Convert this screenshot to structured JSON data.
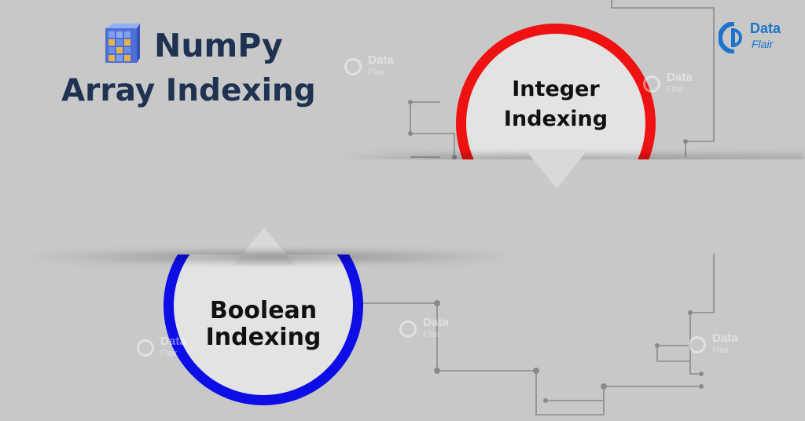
{
  "title": {
    "line1": "NumPy",
    "line2": "Array Indexing"
  },
  "brand": {
    "name_line1": "Data",
    "name_line2": "Flair",
    "color": "#1b74c9"
  },
  "circles": [
    {
      "label_line1": "Integer",
      "label_line2": "Indexing",
      "ring_color": "#ee1212"
    },
    {
      "label_line1": "Boolean",
      "label_line2": "Indexing",
      "ring_color": "#0d0de6"
    }
  ],
  "watermark": {
    "text_line1": "Data",
    "text_line2": "Flair"
  },
  "icons": [
    "numpy-cube-icon",
    "dataflair-logo-icon"
  ],
  "colors": {
    "title": "#1f3251",
    "background": "#c9c9c9",
    "circle_fill": "#e3e3e3"
  }
}
